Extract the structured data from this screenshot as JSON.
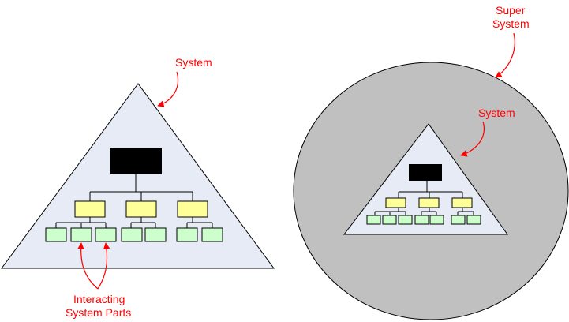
{
  "labels": {
    "system_left": "System",
    "interacting_line1": "Interacting",
    "interacting_line2": "System Parts",
    "super_line1": "Super",
    "super_line2": "System",
    "system_right": "System"
  },
  "colors": {
    "triangle_fill": "#e6ebf5",
    "super_system_fill": "#c0c0c0",
    "top_box": "#000000",
    "mid_box": "#ffff99",
    "leaf_box": "#ccffcc",
    "annotation": "#ff0000",
    "outline": "#000000"
  }
}
